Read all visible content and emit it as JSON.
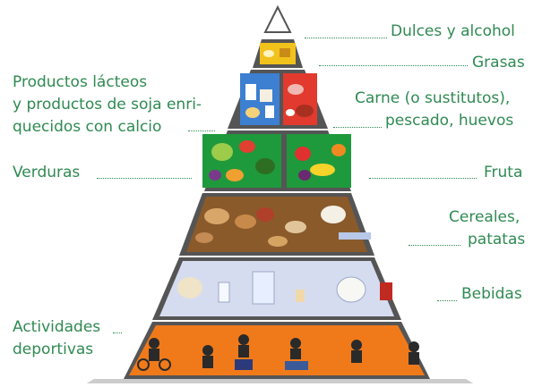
{
  "labels": {
    "sweets": "Dulces y alcohol",
    "fats": "Grasas",
    "dairy_line1": "Productos lácteos",
    "dairy_line2": "y productos de soja enri-",
    "dairy_line3": "quecidos con calcio",
    "meat_line1": "Carne (o sustitutos),",
    "meat_line2": "pescado, huevos",
    "vegetables": "Verduras",
    "fruit": "Fruta",
    "cereals_line1": "Cereales,",
    "cereals_line2": "patatas",
    "drinks": "Bebidas",
    "sports_line1": "Actividades",
    "sports_line2": "deportivas"
  },
  "colors": {
    "label_text": "#2f8a52",
    "tier_sweets": "#ffffff",
    "tier_fats": "#f2c21c",
    "tier_dairy": "#3d7fd1",
    "tier_meat": "#e23a2f",
    "tier_vegetables": "#1e9a3c",
    "tier_fruit": "#1e9a3c",
    "tier_cereals": "#8a5a2b",
    "tier_drinks": "#d6dcf0",
    "tier_sports": "#f07a1a"
  }
}
